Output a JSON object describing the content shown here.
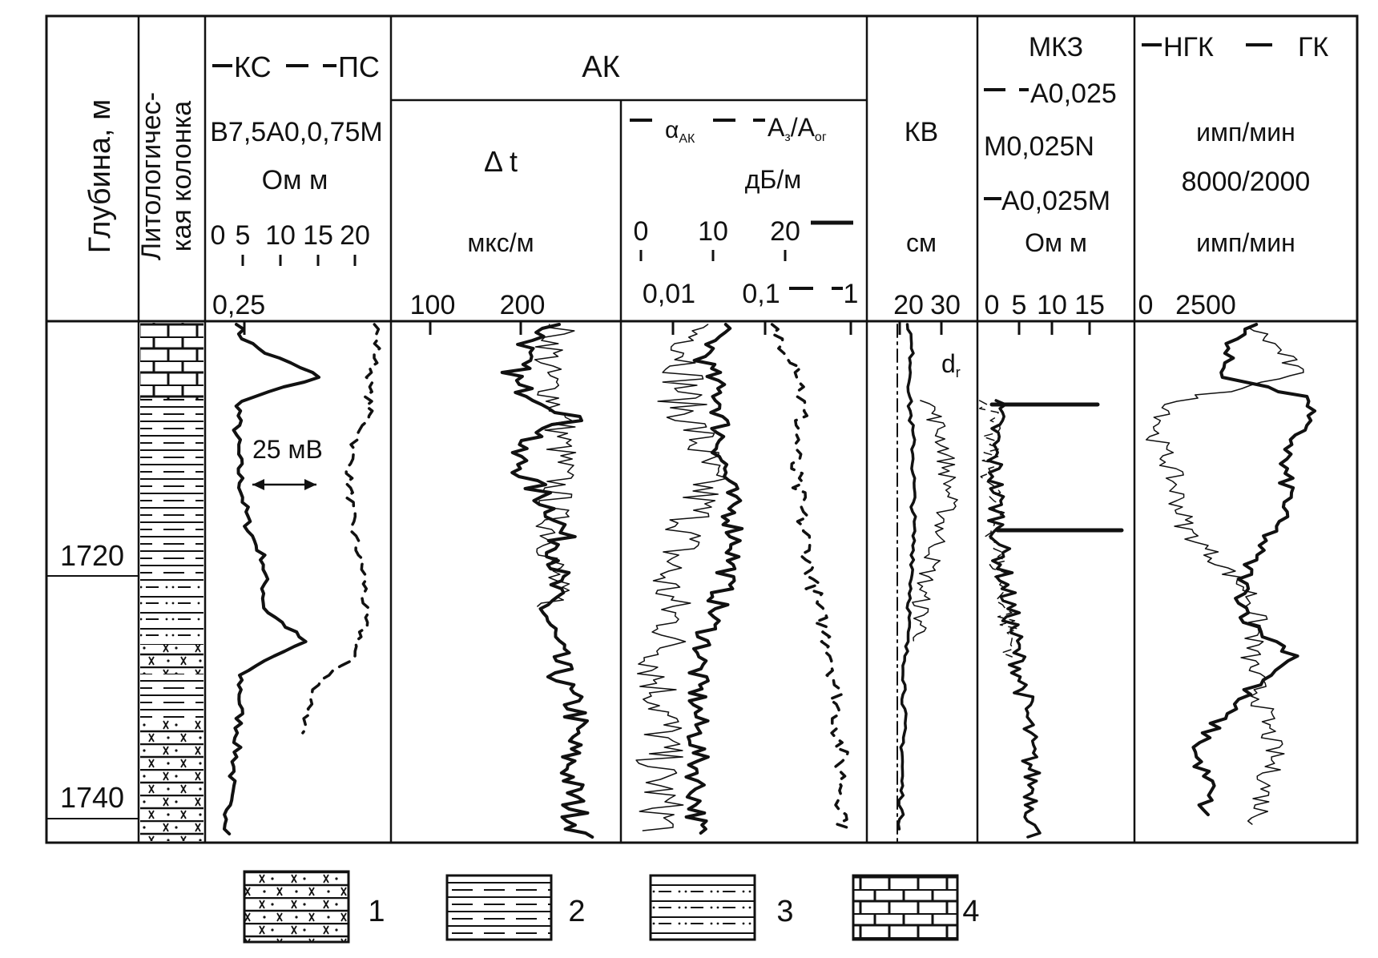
{
  "columns": {
    "depth": {
      "title": "Глубина, м",
      "ticks": [
        "1720",
        "1740"
      ]
    },
    "litho": {
      "title_line1": "Литологичес-",
      "title_line2": "кая колонка"
    },
    "ks_ps": {
      "legend_ks": "КС",
      "legend_ps": "ПС",
      "probe": "В7,5А0,0,75М",
      "unit": "Ом м",
      "scale": [
        "0",
        "5",
        "10",
        "15",
        "20"
      ],
      "start": "0,25",
      "sp_marker": "25 мВ"
    },
    "ak": {
      "title": "АК",
      "dt_label": "Δ t",
      "dt_unit": "мкс/м",
      "dt_scale": [
        "100",
        "200"
      ],
      "alpha_legend": "α",
      "alpha_sub": "АК",
      "ratio_legend": "A",
      "ratio_sub1": "з",
      "ratio_mid": "/A",
      "ratio_sub2": "ог",
      "atten_unit": "дБ/м",
      "atten_scale": [
        "0",
        "10",
        "20"
      ],
      "ratio_scale": [
        "0,01",
        "0,1",
        "1"
      ]
    },
    "kv": {
      "title": "КВ",
      "unit": "см",
      "scale": [
        "20",
        "30"
      ],
      "bit_label": "d",
      "bit_sub": "r"
    },
    "mkz": {
      "title": "МКЗ",
      "probe_a": "А0,025",
      "probe_b": "М0,025N",
      "probe_c": "А0,025М",
      "unit": "Ом м",
      "scale": [
        "0",
        "5",
        "10",
        "15"
      ]
    },
    "ngk_gk": {
      "legend_ngk": "НГК",
      "legend_gk": "ГК",
      "unit_top": "имп/мин",
      "scale_top": "8000/2000",
      "unit_bottom": "имп/мин",
      "scale": [
        "0",
        "2500"
      ]
    }
  },
  "legend": [
    {
      "number": "1",
      "pattern": "sandstone"
    },
    {
      "number": "2",
      "pattern": "clay"
    },
    {
      "number": "3",
      "pattern": "siltstone"
    },
    {
      "number": "4",
      "pattern": "limestone"
    }
  ]
}
